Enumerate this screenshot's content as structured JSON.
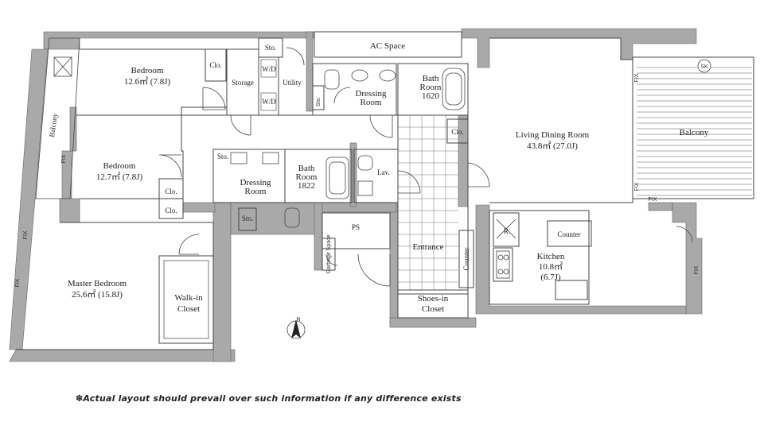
{
  "rooms": {
    "bedroom1": {
      "name": "Bedroom",
      "area": "12.6㎡ (7.8J)"
    },
    "bedroom2": {
      "name": "Bedroom",
      "area": "12.7㎡ (7.8J)"
    },
    "master": {
      "name": "Master Bedroom",
      "area": "25.6㎡ (15.8J)"
    },
    "walkin": {
      "line1": "Walk-in",
      "line2": "Closet"
    },
    "ldk": {
      "name": "Living Dining Room",
      "area": "43.8㎡ (27.0J)"
    },
    "kitchen": {
      "name": "Kitchen",
      "area": "10.8㎡",
      "area2": "(6.7J)"
    },
    "bath1": {
      "line1": "Bath",
      "line2": "Room",
      "code": "1620"
    },
    "bath2": {
      "line1": "Bath",
      "line2": "Room",
      "code": "1822"
    },
    "dressing1": {
      "line1": "Dressing",
      "line2": "Room"
    },
    "dressing2": {
      "line1": "Dressing",
      "line2": "Room"
    },
    "shoes": {
      "line1": "Shoes-in",
      "line2": "Closet"
    }
  },
  "labels": {
    "ac_space": "AC Space",
    "balcony_right": "Balcony",
    "balcony_left": "Balcony",
    "storage": "Storage",
    "utility": "Utility",
    "wd": "W/D",
    "sto": "Sto.",
    "clo": "Clo.",
    "lav": "Lav.",
    "ps": "PS",
    "entrance": "Entrance",
    "counter": "Counter",
    "garbage": "Garbage Space",
    "fix": "FIX",
    "sk": "SK",
    "r": "R",
    "north": "N"
  },
  "note": "✽Actual layout should prevail over such information if any difference exists",
  "colors": {
    "wall": "#a9a9a9",
    "line": "#444444",
    "balcony_hatch": "#555555"
  }
}
